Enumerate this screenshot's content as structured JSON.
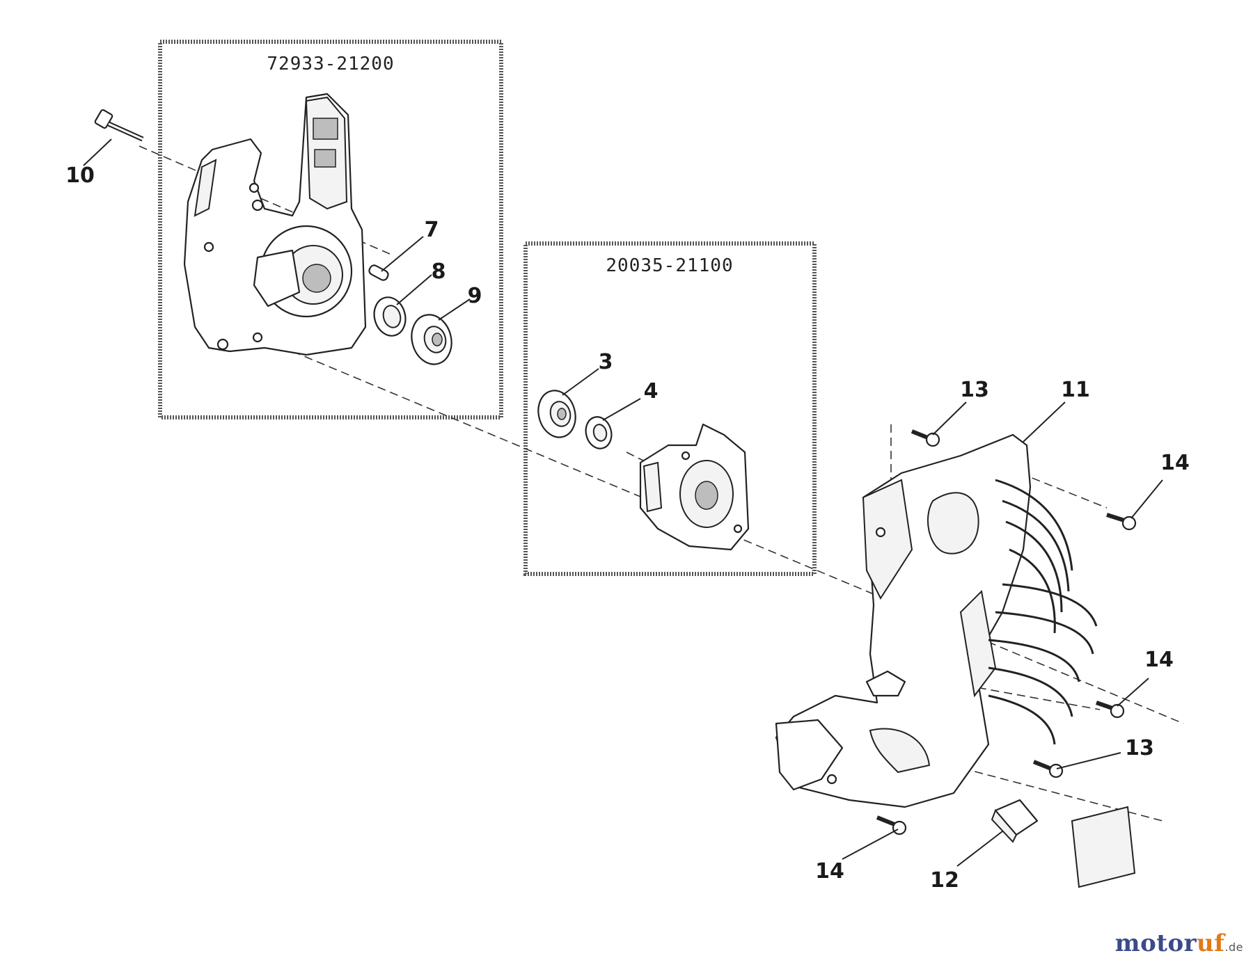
{
  "kits": [
    {
      "id": "kit-a",
      "label": "72933-21200"
    },
    {
      "id": "kit-b",
      "label": "20035-21100"
    }
  ],
  "callouts": {
    "c3": "3",
    "c4": "4",
    "c7": "7",
    "c8": "8",
    "c9": "9",
    "c10": "10",
    "c11": "11",
    "c12": "12",
    "c13a": "13",
    "c13b": "13",
    "c14a": "14",
    "c14b": "14",
    "c14c": "14"
  },
  "watermark": {
    "main": "motor",
    "accent": "uf",
    "tld": ".de"
  }
}
